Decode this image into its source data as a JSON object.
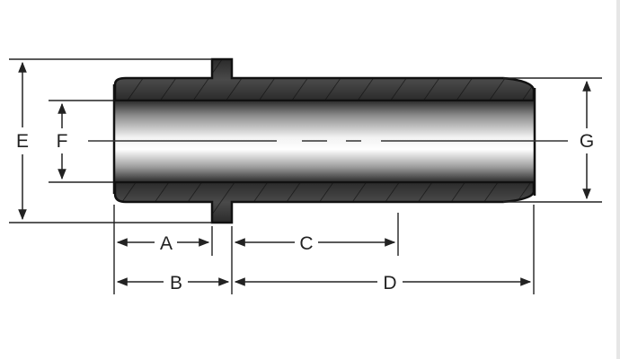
{
  "diagram": {
    "title": "",
    "labels": {
      "A": "A",
      "B": "B",
      "C": "C",
      "D": "D",
      "E": "E",
      "F": "F",
      "G": "G"
    },
    "colors": {
      "wall": "#3a3a3a",
      "outline": "#111111",
      "dim_line": "#222222"
    }
  }
}
